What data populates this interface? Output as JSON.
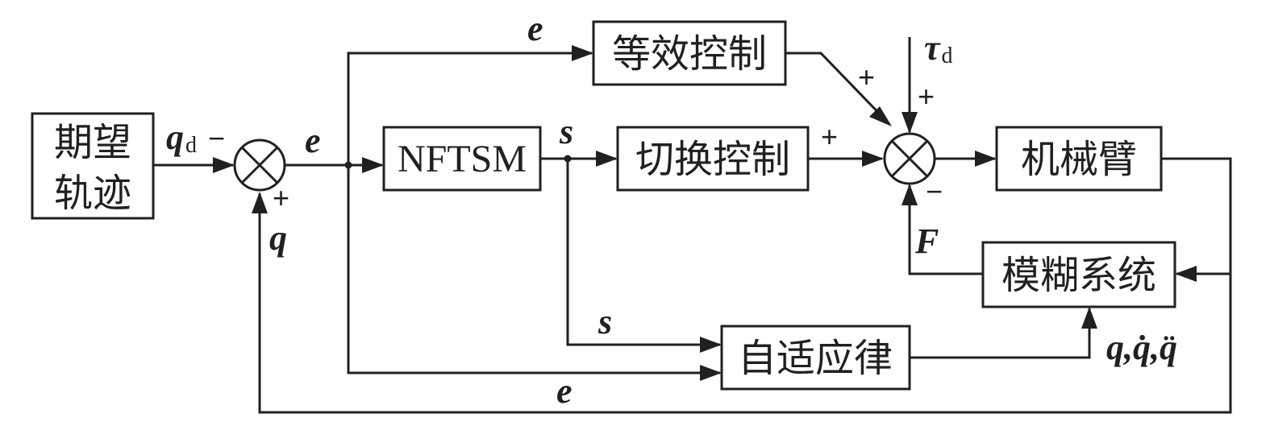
{
  "blocks": {
    "desired_line1": "期望",
    "desired_line2": "轨迹",
    "equivalent_control": "等效控制",
    "nftsm": "NFTSM",
    "switching_control": "切换控制",
    "robot_arm": "机械臂",
    "fuzzy_system": "模糊系统",
    "adaptive_law": "自适应律"
  },
  "signals": {
    "qd": "q",
    "qd_sub": "d",
    "q": "q",
    "e_top": "e",
    "e_mid": "e",
    "e_bottom": "e",
    "s_top": "s",
    "s_bottom": "s",
    "tau": "τ",
    "tau_sub": "d",
    "F": "F",
    "q_states": "q,q̇,q̈"
  },
  "signs": {
    "sum1_top": "−",
    "sum1_bottom": "+",
    "sum2_equiv": "+",
    "sum2_tau": "+",
    "sum2_switch": "+",
    "sum2_bottom": "−"
  }
}
